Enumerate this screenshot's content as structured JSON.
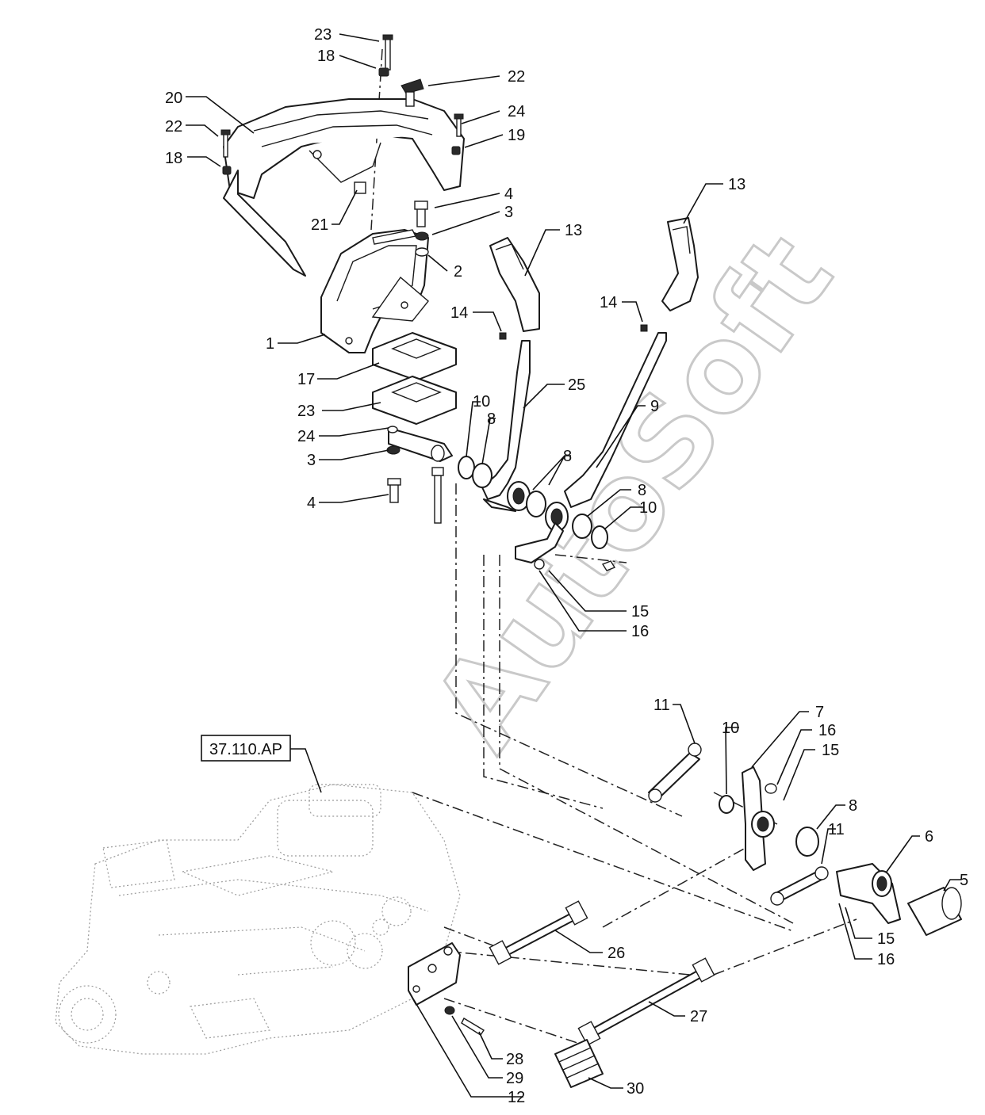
{
  "watermark": "AutoSoft",
  "reference_label": "37.110.AP",
  "callouts": [
    "1",
    "2",
    "3",
    "3",
    "4",
    "4",
    "5",
    "6",
    "7",
    "8",
    "8",
    "8",
    "8",
    "9",
    "10",
    "10",
    "10",
    "11",
    "11",
    "12",
    "13",
    "13",
    "14",
    "14",
    "15",
    "15",
    "15",
    "16",
    "16",
    "16",
    "17",
    "18",
    "18",
    "18",
    "19",
    "20",
    "21",
    "22",
    "22",
    "22",
    "23",
    "24",
    "25",
    "26",
    "27",
    "28",
    "29",
    "30"
  ]
}
